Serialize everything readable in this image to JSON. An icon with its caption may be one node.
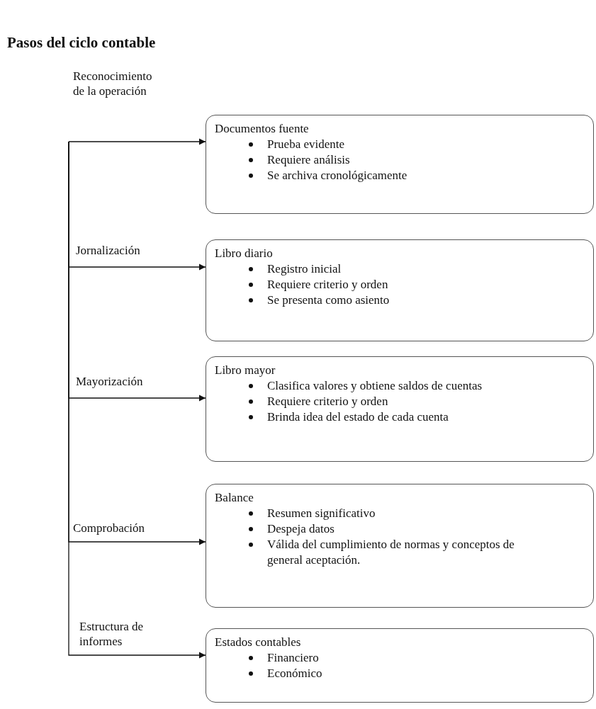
{
  "diagram": {
    "title": "Pasos del ciclo contable",
    "nodes": [
      {
        "text": [
          "Documentos fuente",
          "Prueba evidente",
          "Requiere análisis",
          "Se archiva cronológicamente"
        ]
      },
      {
        "text": [
          "Libro diario",
          "Registro inicial",
          "Requiere criterio y orden",
          "Se presenta como asiento"
        ]
      },
      {
        "text": [
          "Libro mayor",
          "Clasifica valores y obtiene saldos de cuentas",
          "Requiere criterio y orden",
          "Brinda idea del estado de cada cuenta"
        ]
      },
      {
        "text": [
          "Balance",
          "Resumen significativo",
          "Despeja datos",
          "Válida del cumplimiento de normas y conceptos de general aceptación."
        ]
      },
      {
        "text": [
          "Estados contables",
          "Financiero",
          "Económico"
        ]
      }
    ],
    "edges": [
      {
        "from": null,
        "to": 0,
        "arrow": "to",
        "label": "Reconocimiento de la operación"
      },
      {
        "from": null,
        "to": 1,
        "arrow": "to",
        "label": "Jornalización"
      },
      {
        "from": null,
        "to": 2,
        "arrow": "to",
        "label": "Mayorización"
      },
      {
        "from": null,
        "to": 3,
        "arrow": "to",
        "label": "Comprobación"
      },
      {
        "from": null,
        "to": 4,
        "arrow": "to",
        "label": "Estructura de informes"
      }
    ]
  }
}
